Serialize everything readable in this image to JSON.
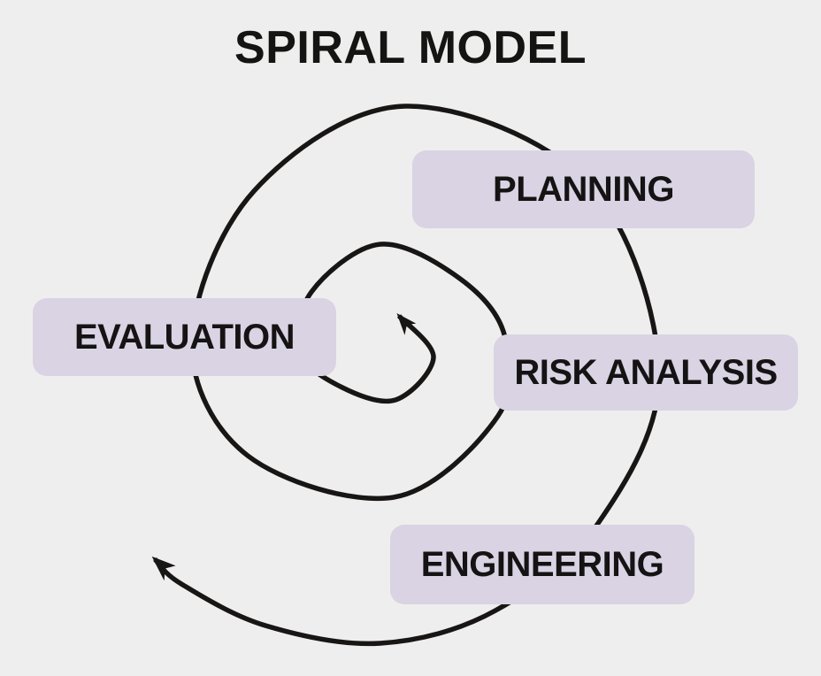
{
  "title": "SPIRAL MODEL",
  "diagram": {
    "type": "spiral-cycle",
    "direction": "clockwise-outward",
    "phases": [
      {
        "id": "planning",
        "label": "PLANNING"
      },
      {
        "id": "risk-analysis",
        "label": "RISK ANALYSIS"
      },
      {
        "id": "engineering",
        "label": "ENGINEERING"
      },
      {
        "id": "evaluation",
        "label": "EVALUATION"
      }
    ],
    "icons": {
      "arrowhead": "filled-triangle-arrowhead (one at spiral center pointing up-left, one at outer end pointing up-left)"
    },
    "colors": {
      "background": "#efeeee",
      "box_fill": "#d9d3e3",
      "spiral_stroke": "#171615",
      "text": "#141413"
    }
  }
}
